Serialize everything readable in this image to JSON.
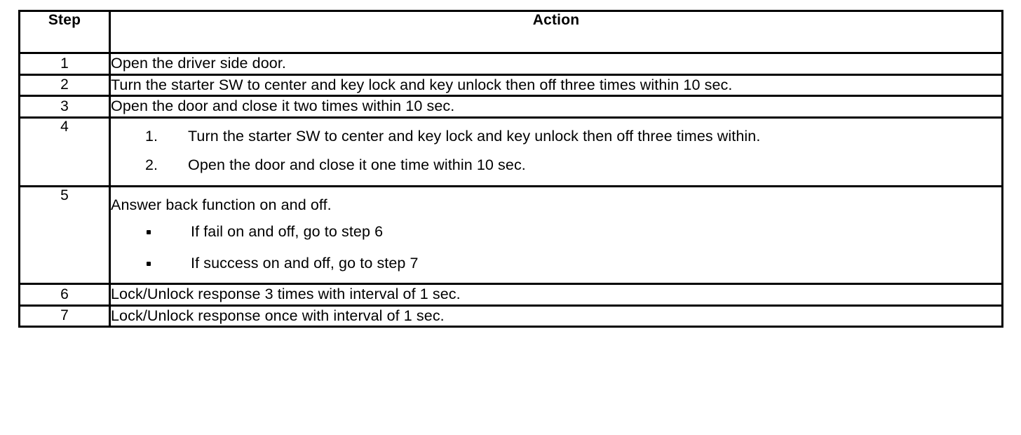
{
  "table": {
    "headers": {
      "step": "Step",
      "action": "Action"
    },
    "rows": [
      {
        "step": "1",
        "lead": "Open the driver side door.",
        "numbered": [],
        "bullets": []
      },
      {
        "step": "2",
        "lead": "Turn the starter SW to center and key lock and key unlock then off three times within 10 sec.",
        "numbered": [],
        "bullets": []
      },
      {
        "step": "3",
        "lead": "Open the door and close it two times within 10 sec.",
        "numbered": [],
        "bullets": []
      },
      {
        "step": "4",
        "lead": "",
        "numbered": [
          {
            "num": "1.",
            "text": "Turn the starter SW to center and key lock and key unlock then off three times within."
          },
          {
            "num": "2.",
            "text": "Open the door and close it one time within 10 sec."
          }
        ],
        "bullets": []
      },
      {
        "step": "5",
        "lead": "Answer back function on and off.",
        "numbered": [],
        "bullets": [
          "If fail on and off, go to step 6",
          "If success on and off, go to step 7"
        ]
      },
      {
        "step": "6",
        "lead": "Lock/Unlock response 3 times with interval of 1 sec.",
        "numbered": [],
        "bullets": []
      },
      {
        "step": "7",
        "lead": "Lock/Unlock response once with interval of 1 sec.",
        "numbered": [],
        "bullets": []
      }
    ]
  },
  "colors": {
    "border": "#000000",
    "text": "#000000",
    "background": "#ffffff"
  }
}
